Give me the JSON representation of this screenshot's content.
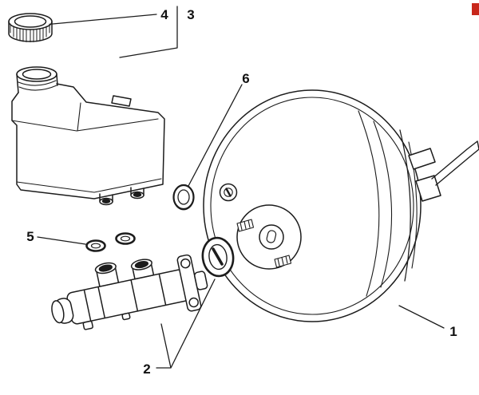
{
  "diagram": {
    "background": "#ffffff",
    "line_color": "#1c1c1c",
    "accent_color": "#c8271b",
    "callouts": {
      "booster": {
        "label": "1"
      },
      "master_seals": {
        "label": "2"
      },
      "reservoir": {
        "label": "3"
      },
      "cap": {
        "label": "4"
      },
      "grommets": {
        "label": "5"
      },
      "seal_ring": {
        "label": "6"
      }
    }
  }
}
